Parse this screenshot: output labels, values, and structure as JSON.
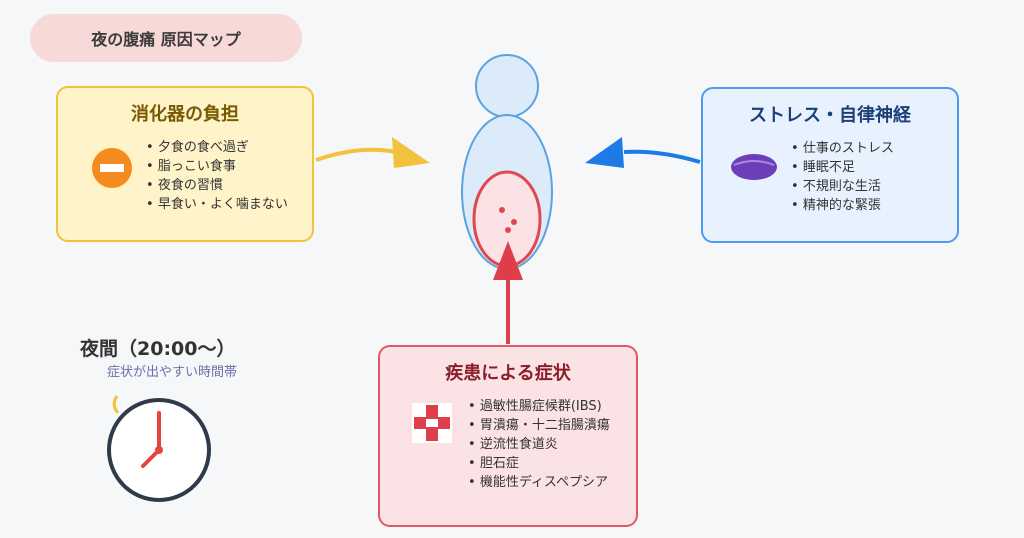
{
  "title": "夜の腹痛 原因マップ",
  "digestion": {
    "title": "消化器の負担",
    "items": [
      "夕食の食べ過ぎ",
      "脂っこい食事",
      "夜食の習慣",
      "早食い・よく噛まない"
    ]
  },
  "stress": {
    "title": "ストレス・自律神経",
    "items": [
      "仕事のストレス",
      "睡眠不足",
      "不規則な生活",
      "精神的な緊張"
    ]
  },
  "disease": {
    "title": "疾患による症状",
    "items": [
      "過敏性腸症候群(IBS)",
      "胃潰瘍・十二指腸潰瘍",
      "逆流性食道炎",
      "胆石症",
      "機能性ディスペプシア"
    ]
  },
  "time": {
    "label": "夜間（20:00〜）",
    "sub": "症状が出やすい時間帯"
  },
  "colors": {
    "yellow": "#f3c23c",
    "blue": "#1e7be6",
    "red": "#de3e4a",
    "purple": "#6c3fb8",
    "orange": "#f58a1f"
  },
  "icons": {
    "digestion": "no-entry-icon",
    "stress": "lip-icon",
    "disease": "medical-cross-icon",
    "time": "clock-icon"
  }
}
